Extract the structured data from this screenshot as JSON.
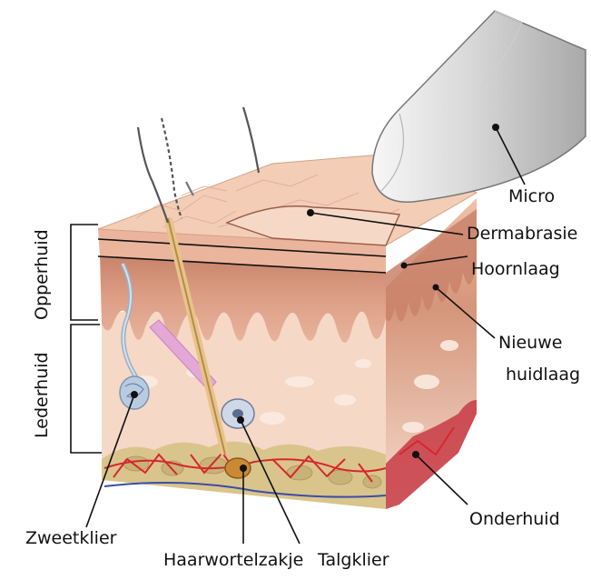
{
  "labels": {
    "micro": "Micro",
    "dermabrasie": "Dermabrasie",
    "hoornlaag": "Hoornlaag",
    "nieuwe": "Nieuwe",
    "huidlaag": "huidlaag",
    "onderhuid": "Onderhuid",
    "zweetklier": "Zweetklier",
    "haarwortelzakje": "Haarwortelzakje",
    "talgklier": "Talgklier",
    "opperhuid": "Opperhuid",
    "lederhuid": "Lederhuid"
  },
  "colors": {
    "surface": "#f3cdb6",
    "epidermis": "#e5a98c",
    "dermis": "#f6d8c7",
    "hypodermis": "#d9c58b",
    "vessels": "#d7262f",
    "device": "#e4e4e4"
  }
}
